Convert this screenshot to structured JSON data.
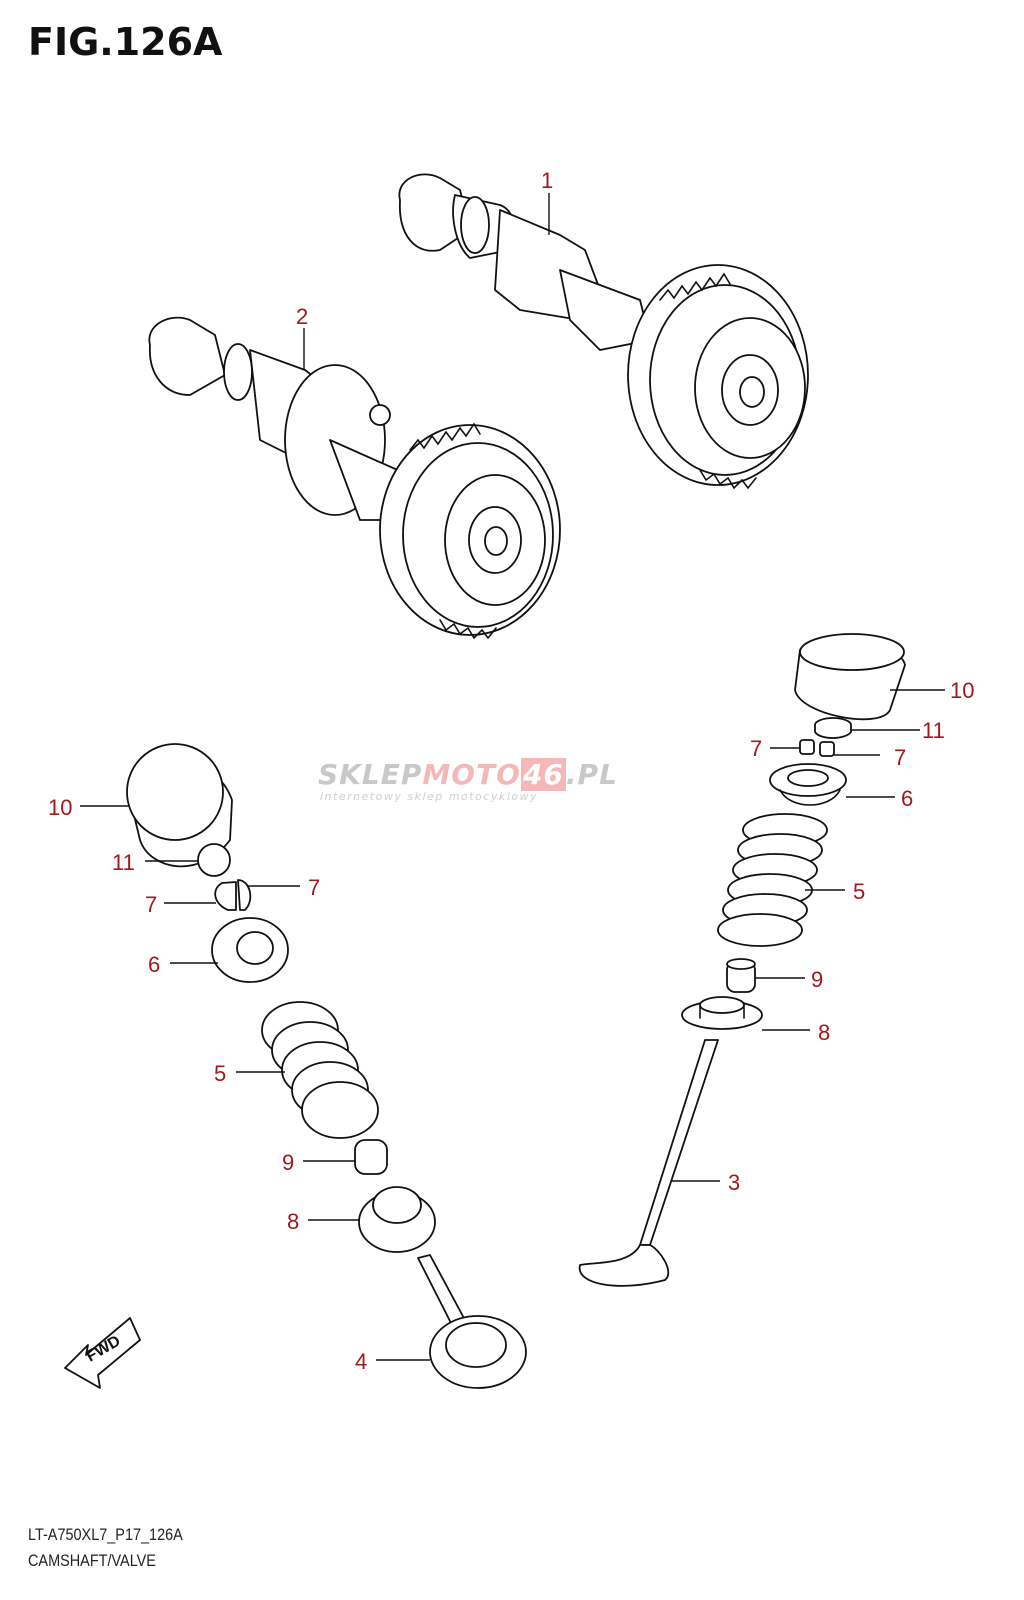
{
  "figure": {
    "title": "FIG.126A",
    "code": "LT-A750XL7_P17_126A",
    "name": "CAMSHAFT/VALVE"
  },
  "watermark": {
    "part1": "SKLEP",
    "part2": "MOTO",
    "part3": "46",
    "part4": ".PL",
    "subtitle": "internetowy sklep motocyklowy"
  },
  "fwd_label": "FWD",
  "colors": {
    "callout": "#a0191e",
    "line": "#111111",
    "watermark_gray": "#c8c8c8",
    "watermark_red": "#f5b8b8"
  },
  "callouts": [
    {
      "id": "c1",
      "label": "1",
      "part": "camshaft-exhaust"
    },
    {
      "id": "c2",
      "label": "2",
      "part": "camshaft-intake"
    },
    {
      "id": "c10r",
      "label": "10",
      "part": "tappet-right"
    },
    {
      "id": "c11r",
      "label": "11",
      "part": "shim-right"
    },
    {
      "id": "c7rl",
      "label": "7",
      "part": "cotter-right-a"
    },
    {
      "id": "c7rr",
      "label": "7",
      "part": "cotter-right-b"
    },
    {
      "id": "c6r",
      "label": "6",
      "part": "retainer-right"
    },
    {
      "id": "c5r",
      "label": "5",
      "part": "spring-right"
    },
    {
      "id": "c9r",
      "label": "9",
      "part": "stem-seal-right"
    },
    {
      "id": "c8r",
      "label": "8",
      "part": "spring-seat-right"
    },
    {
      "id": "c3",
      "label": "3",
      "part": "exhaust-valve"
    },
    {
      "id": "c10l",
      "label": "10",
      "part": "tappet-left"
    },
    {
      "id": "c11l",
      "label": "11",
      "part": "shim-left"
    },
    {
      "id": "c7lr",
      "label": "7",
      "part": "cotter-left-a"
    },
    {
      "id": "c7ll",
      "label": "7",
      "part": "cotter-left-b"
    },
    {
      "id": "c6l",
      "label": "6",
      "part": "retainer-left"
    },
    {
      "id": "c5l",
      "label": "5",
      "part": "spring-left"
    },
    {
      "id": "c9l",
      "label": "9",
      "part": "stem-seal-left"
    },
    {
      "id": "c8l",
      "label": "8",
      "part": "spring-seat-left"
    },
    {
      "id": "c4",
      "label": "4",
      "part": "intake-valve"
    }
  ]
}
